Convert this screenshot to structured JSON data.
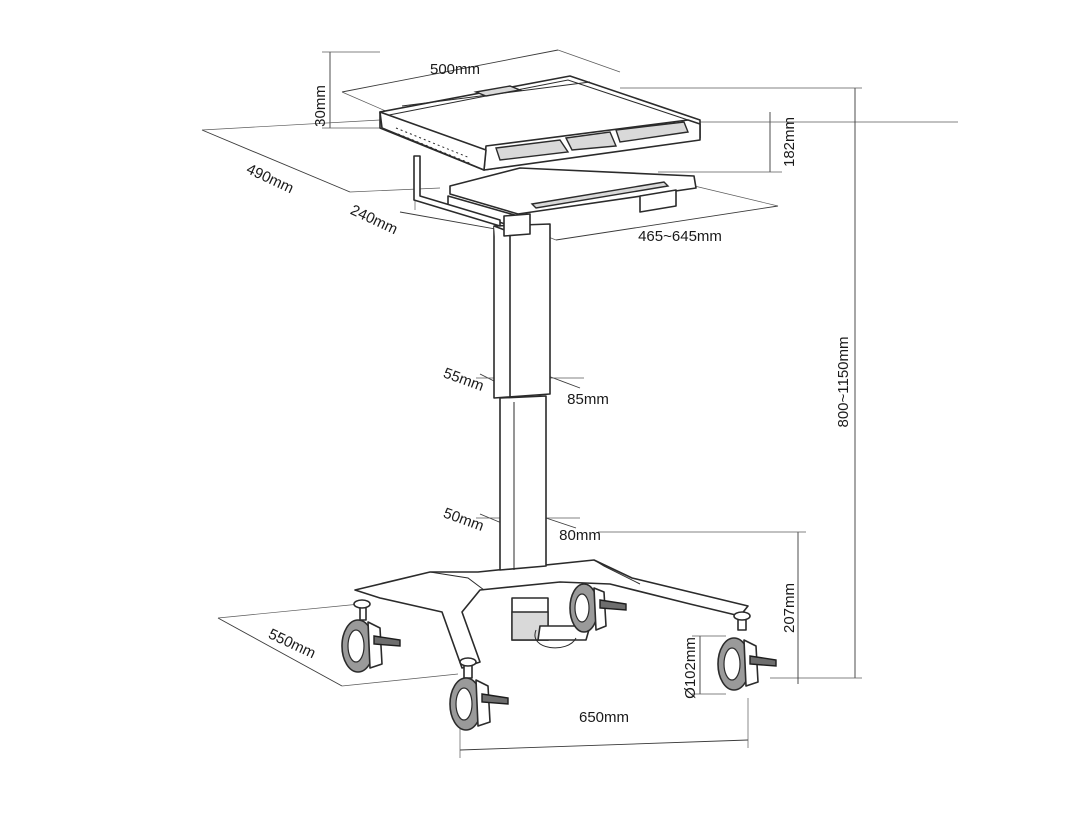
{
  "dimensions": {
    "top_height": "30mm",
    "top_width": "500mm",
    "top_depth": "490mm",
    "keyboard_depth": "240mm",
    "keyboard_width": "465~645mm",
    "tray_gap": "182mm",
    "upper_column_depth": "55mm",
    "upper_column_width": "85mm",
    "lower_column_depth": "50mm",
    "lower_column_width": "80mm",
    "overall_height": "800~1150mm",
    "base_depth": "550mm",
    "base_width": "650mm",
    "base_height": "207mm",
    "caster_diameter": "Ø102mm"
  }
}
